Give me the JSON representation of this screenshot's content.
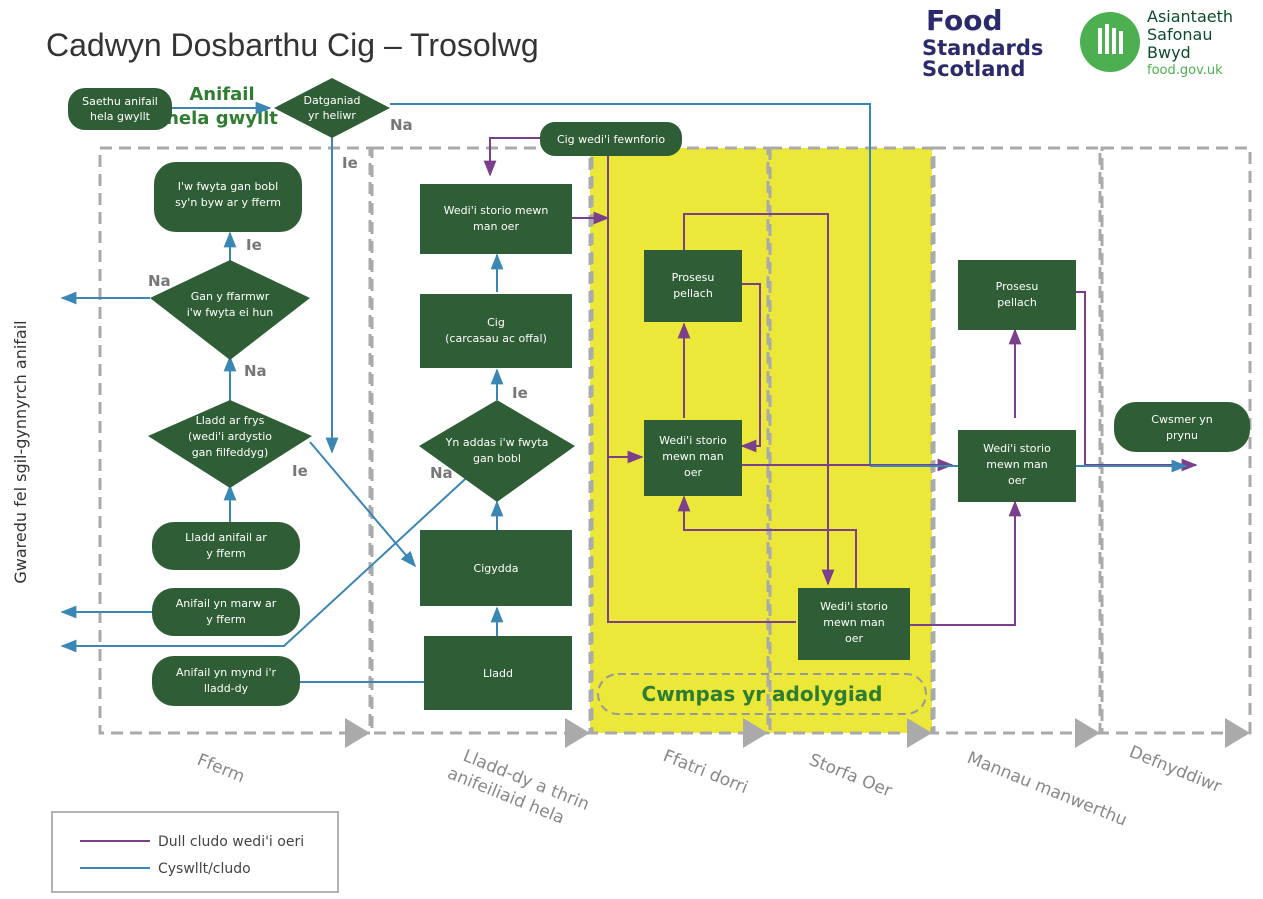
{
  "title": "Cadwyn Dosbarthu Cig – Trosolwg",
  "logos": {
    "fss": [
      "Food",
      "Standards",
      "Scotland"
    ],
    "fsa": [
      "Asiantaeth",
      "Safonau",
      "Bwyd",
      "food.gov.uk"
    ]
  },
  "side_label": "Gwaredu fel sgil-gynnyrch anifail",
  "scope_label": "Cwmpas yr adolygiad",
  "wild_game_label": [
    "Anifail",
    "hela gwyllt"
  ],
  "nodes": {
    "saethu": [
      "Saethu anifail",
      "hela gwyllt"
    ],
    "datganiad": [
      "Datganiad",
      "yr heliwr"
    ],
    "fwyta_fferm": [
      "I'w fwyta gan bobl",
      "sy'n byw ar y fferm"
    ],
    "ffarmwr": [
      "Gan y ffarmwr",
      "i'w fwyta ei hun"
    ],
    "lladd_frys": [
      "Lladd ar frys",
      "(wedi'i ardystio",
      "gan filfeddyg)"
    ],
    "lladd_fferm": [
      "Lladd anifail ar",
      "y fferm"
    ],
    "marw": [
      "Anifail yn marw ar",
      "y fferm"
    ],
    "mynd": [
      "Anifail yn mynd i'r",
      "lladd-dy"
    ],
    "fewnforio": [
      "Cig wedi'i fewnforio"
    ],
    "storio1": [
      "Wedi'i storio mewn",
      "man oer"
    ],
    "cig": [
      "Cig",
      "(carcasau ac offal)"
    ],
    "addas": [
      "Yn addas i'w fwyta",
      "gan bobl"
    ],
    "cigydda": [
      "Cigydda"
    ],
    "lladd": [
      "Lladd"
    ],
    "prosesu1": [
      "Prosesu",
      "pellach"
    ],
    "storio_ffatri": [
      "Wedi'i storio",
      "mewn man",
      "oer"
    ],
    "storio_oer": [
      "Wedi'i storio",
      "mewn man",
      "oer"
    ],
    "prosesu2": [
      "Prosesu",
      "pellach"
    ],
    "storio_manwerthu": [
      "Wedi'i storio",
      "mewn man",
      "oer"
    ],
    "cwsmer": [
      "Cwsmer yn",
      "prynu"
    ]
  },
  "edge_labels": {
    "na_datganiad": "Na",
    "ie_datganiad": "Ie",
    "ie_ffarmwr": "Ie",
    "na_ffarmwr": "Na",
    "na_lladd_frys": "Na",
    "ie_lladd_frys": "Ie",
    "ie_addas": "Ie",
    "na_addas": "Na"
  },
  "stages": [
    [
      "Fferm"
    ],
    [
      "Lladd-dy a thrin",
      "anifeiliaid hela"
    ],
    [
      "Ffatri dorri"
    ],
    [
      "Storfa Oer"
    ],
    [
      "Mannau manwerthu"
    ],
    [
      "Defnyddiwr"
    ]
  ],
  "legend": {
    "chilled": "Dull cludo wedi'i oeri",
    "link": "Cyswllt/cludo"
  },
  "colors": {
    "node": "#2e5d36",
    "chilled": "#7b3f8c",
    "link": "#3a86b4",
    "scope": "#ebe83a",
    "dash": "#aaaaaa",
    "green_text": "#2e7d32"
  }
}
